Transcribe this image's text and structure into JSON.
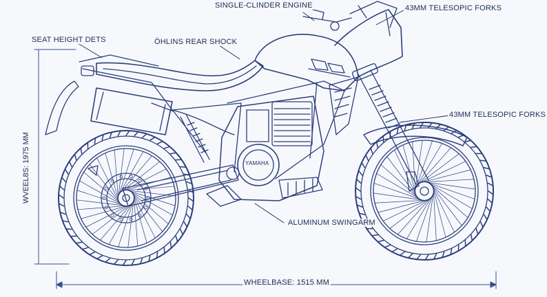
{
  "labels": {
    "engine": "SINGLE-CLINDER ENGINE",
    "forks_top": "43MM TELESOPIC FORKS",
    "seat_height": "SEAT HEIGHT DETS",
    "rear_shock": "ÖHLINS REAR SHOCK",
    "forks_right": "43MM TELESOPIC FORKS",
    "swingarm": "ALUMINUM SWINGARM",
    "wheelbase": "WHEELBASE: 1515 MM",
    "vertical_dim": "WVEEL8S: 1975 MM",
    "tank_logo": "YAMAHA"
  },
  "colors": {
    "line": "#2c3e7a",
    "label": "#1b2a55",
    "background": "#f6f8fc"
  }
}
